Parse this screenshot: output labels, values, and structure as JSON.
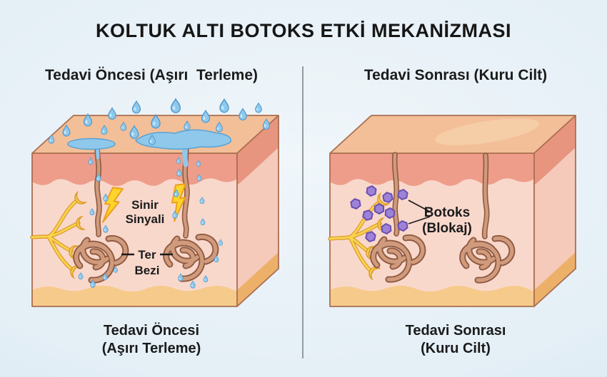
{
  "title": "KOLTUK ALTI BOTOKS ETKİ MEKANİZMASI",
  "panels": {
    "before": {
      "header": "Tedavi Öncesi (Aşırı  Terleme)",
      "caption_line1": "Tedavi Öncesi",
      "caption_line2": "(Aşırı Terleme)",
      "labels": {
        "nerve_signal_line1": "Sinir",
        "nerve_signal_line2": "Sinyali",
        "sweat_gland_line1": "Ter",
        "sweat_gland_line2": "Bezi"
      }
    },
    "after": {
      "header": "Tedavi Sonrası (Kuru Cilt)",
      "caption_line1": "Tedavi Sonrası",
      "caption_line2": "(Kuru Cilt)",
      "labels": {
        "botox_line1": "Botoks",
        "botox_line2": "(Blokaj)"
      }
    }
  },
  "colors": {
    "bg_center": "#f0f6fa",
    "bg_edge": "#d2e4f0",
    "title_text": "#161616",
    "label_text": "#1b1b1b",
    "divider": "#929ca3",
    "skin_top": "#f2bf98",
    "skin_top_highlight": "#f6d0aa",
    "epidermis_front": "#ee9d8a",
    "dermis_front": "#f9d8cc",
    "fat_front": "#f6ca8b",
    "epidermis_side": "#e8957f",
    "dermis_side": "#f5cabb",
    "fat_side": "#ecb069",
    "block_outline": "#a96e50",
    "gland_fill": "#d09b7c",
    "gland_outline": "#8f5a42",
    "nerve_fill": "#f9d44f",
    "nerve_outline": "#dd9d2c",
    "bolt_fill": "#ffd42a",
    "bolt_outline": "#ec9f1e",
    "drop_fill": "#8ec8ec",
    "drop_light": "#cde8f7",
    "drop_outline": "#4d97cc",
    "puddle_fill": "#8fc8eb",
    "puddle_outline": "#58a3d4",
    "botox_fill": "#9d82d8",
    "botox_outline": "#6b4fae"
  }
}
